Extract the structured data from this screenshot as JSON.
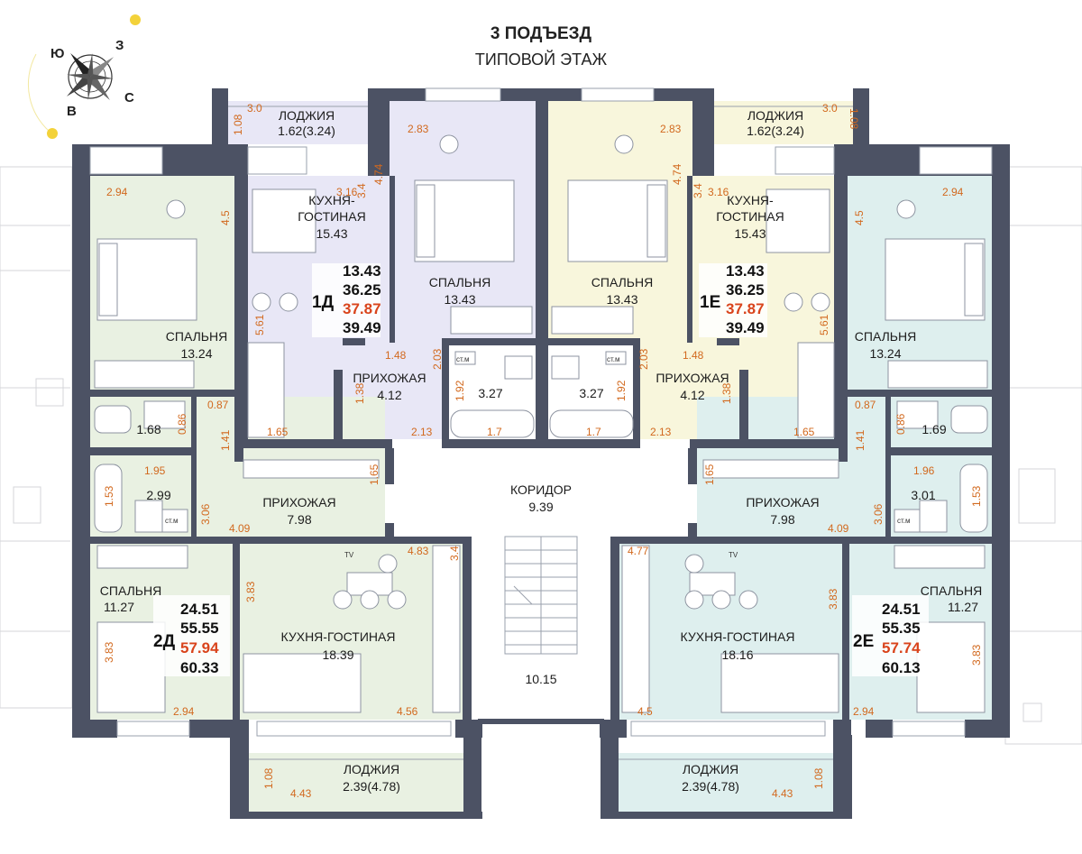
{
  "title": {
    "line1": "3 ПОДЪЕЗД",
    "line2": "ТИПОВОЙ ЭТАЖ"
  },
  "compass": {
    "south": "Ю",
    "west": "З",
    "east": "В",
    "north": "С"
  },
  "colors": {
    "wall": "#4c5264",
    "apt_1d": "#e8e7f6",
    "apt_1e": "#f8f6dc",
    "apt_2d": "#e9f1e2",
    "apt_2e": "#deefee",
    "common": "#ffffff",
    "dimension": "#d2691e",
    "area_highlight": "#d9441c",
    "sun": "#f3d23a"
  },
  "apartments": {
    "1d": {
      "tag": "1Д",
      "areas": [
        "13.43",
        "36.25",
        "37.87",
        "39.49"
      ]
    },
    "1e": {
      "tag": "1Е",
      "areas": [
        "13.43",
        "36.25",
        "37.87",
        "39.49"
      ]
    },
    "2d": {
      "tag": "2Д",
      "areas": [
        "24.51",
        "55.55",
        "57.94",
        "60.33"
      ]
    },
    "2e": {
      "tag": "2Е",
      "areas": [
        "24.51",
        "55.35",
        "57.74",
        "60.13"
      ]
    }
  },
  "rooms": {
    "loggia_tl": {
      "name": "ЛОДЖИЯ",
      "area": "1.62(3.24)"
    },
    "loggia_tr": {
      "name": "ЛОДЖИЯ",
      "area": "1.62(3.24)"
    },
    "kitchen_1d": {
      "name1": "КУХНЯ-",
      "name2": "ГОСТИНАЯ",
      "area": "15.43"
    },
    "kitchen_1e": {
      "name1": "КУХНЯ-",
      "name2": "ГОСТИНАЯ",
      "area": "15.43"
    },
    "bed_1d": {
      "name": "СПАЛЬНЯ",
      "area": "13.43"
    },
    "bed_1e": {
      "name": "СПАЛЬНЯ",
      "area": "13.43"
    },
    "bed_2d_top": {
      "name": "СПАЛЬНЯ",
      "area": "13.24"
    },
    "bed_2e_top": {
      "name": "СПАЛЬНЯ",
      "area": "13.24"
    },
    "hall_1d": {
      "name": "ПРИХОЖАЯ",
      "area": "4.12"
    },
    "hall_1e": {
      "name": "ПРИХОЖАЯ",
      "area": "4.12"
    },
    "bath_1d": {
      "area": "3.27"
    },
    "bath_1e": {
      "area": "3.27"
    },
    "wc_2d": {
      "area": "1.68"
    },
    "wc_2e": {
      "area": "1.69"
    },
    "bath_2d": {
      "area": "2.99"
    },
    "bath_2e": {
      "area": "3.01"
    },
    "hall_2d": {
      "name": "ПРИХОЖАЯ",
      "area": "7.98"
    },
    "hall_2e": {
      "name": "ПРИХОЖАЯ",
      "area": "7.98"
    },
    "corridor": {
      "name": "КОРИДОР",
      "area": "9.39"
    },
    "stairs": {
      "area": "10.15"
    },
    "bed_2d_bottom": {
      "name": "СПАЛЬНЯ",
      "area": "11.27"
    },
    "bed_2e_bottom": {
      "name": "СПАЛЬНЯ",
      "area": "11.27"
    },
    "kitchen_2d": {
      "name": "КУХНЯ-ГОСТИНАЯ",
      "area": "18.39"
    },
    "kitchen_2e": {
      "name": "КУХНЯ-ГОСТИНАЯ",
      "area": "18.16"
    },
    "loggia_bl": {
      "name": "ЛОДЖИЯ",
      "area": "2.39(4.78)"
    },
    "loggia_br": {
      "name": "ЛОДЖИЯ",
      "area": "2.39(4.78)"
    }
  },
  "dimensions": {
    "d_3_0_l": "3.0",
    "d_1_08_l": "1.08",
    "d_3_0_r": "3.0",
    "d_1_08_r": "1.08",
    "d_2_83_l": "2.83",
    "d_2_83_r": "2.83",
    "d_4_74_l": "4.74",
    "d_4_74_r": "4.74",
    "d_3_16_l": "3.16",
    "d_3_4_l": "3.4",
    "d_3_16_r": "3.16",
    "d_3_4_r": "3.4",
    "d_2_94_l": "2.94",
    "d_4_5_l": "4.5",
    "d_2_94_r": "2.94",
    "d_4_5_r": "4.5",
    "d_5_61_l": "5.61",
    "d_5_61_r": "5.61",
    "d_1_48_l": "1.48",
    "d_2_03_l": "2.03",
    "d_1_48_r": "1.48",
    "d_2_03_r": "2.03",
    "d_1_38_l": "1.38",
    "d_1_92_l": "1.92",
    "d_1_38_r": "1.38",
    "d_1_92_r": "1.92",
    "d_1_65_l": "1.65",
    "d_2_13_l": "2.13",
    "d_1_7_l": "1.7",
    "d_1_65_r": "1.65",
    "d_2_13_r": "2.13",
    "d_1_7_r": "1.7",
    "d_0_87_l": "0.87",
    "d_0_86_l": "0.86",
    "d_0_87_r": "0.87",
    "d_0_86_r": "0.86",
    "d_1_41_l": "1.41",
    "d_1_41_r": "1.41",
    "d_1_95": "1.95",
    "d_1_53_l": "1.53",
    "d_1_96": "1.96",
    "d_1_53_r": "1.53",
    "d_3_06_l": "3.06",
    "d_3_06_r": "3.06",
    "d_1_65_hall_l": "1.65",
    "d_1_65_hall_r": "1.65",
    "d_4_09_l": "4.09",
    "d_4_09_r": "4.09",
    "d_4_83": "4.83",
    "d_3_4_k2d": "3.4",
    "d_4_77": "4.77",
    "d_3_83_bl": "3.83",
    "d_3_83_kl": "3.83",
    "d_3_83_kr": "3.83",
    "d_3_83_br": "3.83",
    "d_2_94_bl": "2.94",
    "d_4_56": "4.56",
    "d_4_5_k2e": "4.5",
    "d_2_94_br": "2.94",
    "d_1_08_bl": "1.08",
    "d_4_43_l": "4.43",
    "d_1_08_br": "1.08",
    "d_4_43_r": "4.43"
  },
  "labels": {
    "stm": "ст.м",
    "tv": "TV"
  }
}
